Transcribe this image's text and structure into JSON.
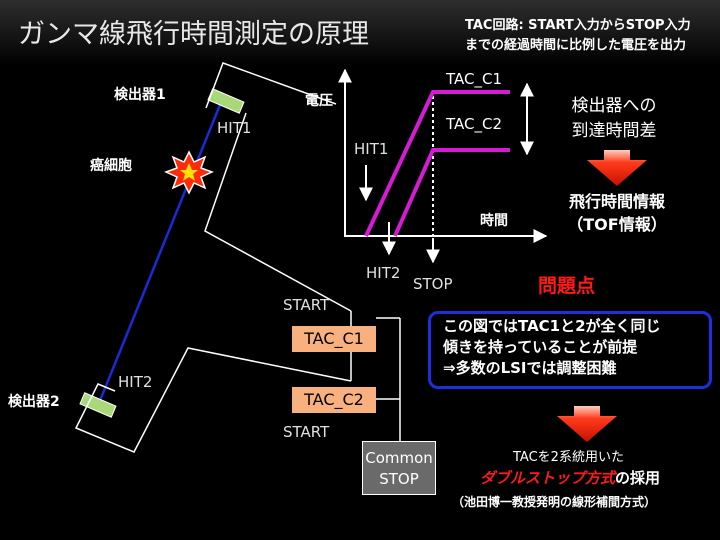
{
  "title": "ガンマ線飛行時間測定の原理",
  "tac_note": {
    "line1": "TAC回路: START入力からSTOP入力",
    "line2": "までの経過時間に比例した電圧を出力"
  },
  "labels": {
    "detector1": "検出器1",
    "detector2": "検出器2",
    "cancer_cell": "癌細胞",
    "voltage": "電圧",
    "time": "時間",
    "hit1_a": "HIT1",
    "hit1_b": "HIT1",
    "hit2_a": "HIT2",
    "hit2_b": "HIT2",
    "stop": "STOP",
    "start_a": "START",
    "start_b": "START",
    "tac_c1_graph": "TAC_C1",
    "tac_c2_graph": "TAC_C2"
  },
  "right": {
    "arrival_diff_1": "検出器への",
    "arrival_diff_2": "到達時間差",
    "tof_1": "飛行時間情報",
    "tof_2": "（TOF情報）",
    "problem": "問題点",
    "problem_text_1": "この図ではTAC1と2が全く同じ",
    "problem_text_2": "傾きを持っていることが前提",
    "problem_text_3": "⇒多数のLSIでは調整困難",
    "use_1": "TACを2系統用いた",
    "use_2a": "ダブルストップ方式",
    "use_2b": "の採用",
    "use_3": "（池田博一教授発明の線形補間方式）"
  },
  "boxes": {
    "tac_c1": "TAC_C1",
    "tac_c2": "TAC_C2",
    "common_stop_1": "Common",
    "common_stop_2": "STOP"
  },
  "colors": {
    "magenta": "#d61ad6",
    "red_arrow": "#e8200a",
    "problem_red": "#ff1a1a",
    "gamma_line": "#1a2ad6",
    "detector": "#a8d878",
    "tac_box": "#f7b07e",
    "problem_border": "#1d2fe0"
  }
}
